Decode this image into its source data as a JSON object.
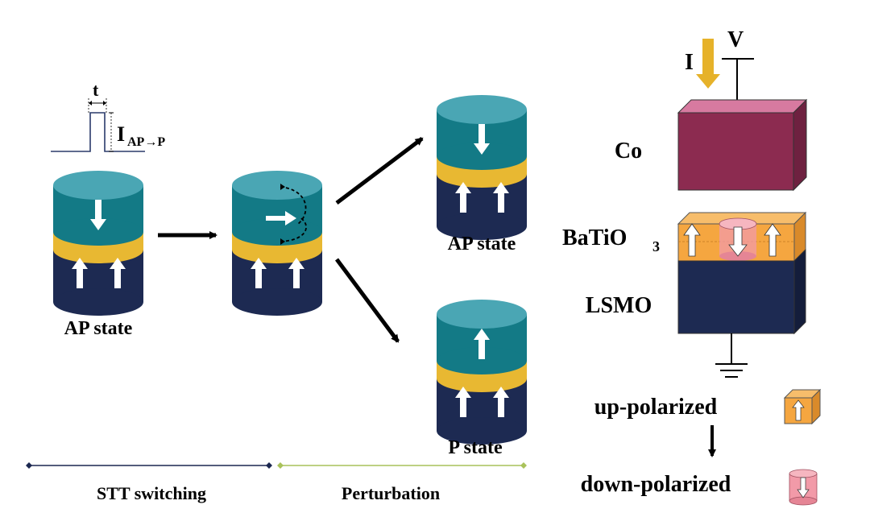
{
  "pulse": {
    "width_label": "t",
    "amp_label_main": "I",
    "amp_label_sub": "AP→P"
  },
  "stack_labels": {
    "initial": "AP state",
    "ap_result": "AP state",
    "p_result": "P state"
  },
  "device": {
    "current_label": "I",
    "voltage_label": "V",
    "top_layer": "Co",
    "middle_layer_main": "BaTiO",
    "middle_layer_sub": "3",
    "bottom_layer": "LSMO"
  },
  "legend": {
    "up": "up-polarized",
    "down": "down-polarized"
  },
  "stages": {
    "stt": "STT switching",
    "perturb": "Perturbation"
  },
  "colors": {
    "free_layer": "#4aa6b4",
    "free_layer_dark": "#137a86",
    "spacer": "#e8b832",
    "fixed_layer": "#1d2a52",
    "co": "#8c2b50",
    "co_top": "#d77aa0",
    "batio3": "#f5a640",
    "lsmo": "#1d2a52",
    "current_arrow": "#e6b22a",
    "stt_line": "#1b2750",
    "perturb_line": "#a9c25a"
  }
}
